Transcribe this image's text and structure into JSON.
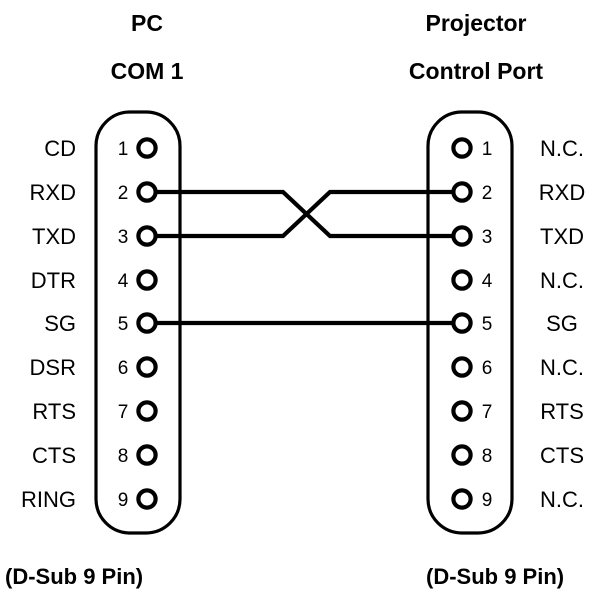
{
  "headings": {
    "left_title": "PC",
    "left_subtitle": "COM 1",
    "right_title": "Projector",
    "right_subtitle": "Control Port"
  },
  "captions": {
    "left": "(D-Sub 9 Pin)",
    "right": "(D-Sub 9 Pin)"
  },
  "left_connector": {
    "pins": [
      {
        "number": "1",
        "signal": "CD"
      },
      {
        "number": "2",
        "signal": "RXD"
      },
      {
        "number": "3",
        "signal": "TXD"
      },
      {
        "number": "4",
        "signal": "DTR"
      },
      {
        "number": "5",
        "signal": "SG"
      },
      {
        "number": "6",
        "signal": "DSR"
      },
      {
        "number": "7",
        "signal": "RTS"
      },
      {
        "number": "8",
        "signal": "CTS"
      },
      {
        "number": "9",
        "signal": "RING"
      }
    ]
  },
  "right_connector": {
    "pins": [
      {
        "number": "1",
        "signal": "N.C."
      },
      {
        "number": "2",
        "signal": "RXD"
      },
      {
        "number": "3",
        "signal": "TXD"
      },
      {
        "number": "4",
        "signal": "N.C."
      },
      {
        "number": "5",
        "signal": "SG"
      },
      {
        "number": "6",
        "signal": "N.C."
      },
      {
        "number": "7",
        "signal": "RTS"
      },
      {
        "number": "8",
        "signal": "CTS"
      },
      {
        "number": "9",
        "signal": "N.C."
      }
    ]
  },
  "connections": [
    {
      "from_pin": "2",
      "to_pin": "3",
      "type": "crossover"
    },
    {
      "from_pin": "3",
      "to_pin": "2",
      "type": "crossover"
    },
    {
      "from_pin": "5",
      "to_pin": "5",
      "type": "straight"
    }
  ],
  "colors": {
    "line": "#000000",
    "background": "#ffffff"
  }
}
